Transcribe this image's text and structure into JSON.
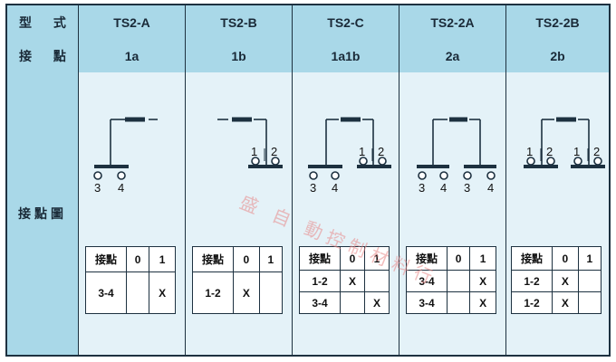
{
  "header": {
    "type_label": "型 式",
    "contact_label": "接 點",
    "diagram_label": "接點圖"
  },
  "models": [
    {
      "name": "TS2-A",
      "contact": "1a"
    },
    {
      "name": "TS2-B",
      "contact": "1b"
    },
    {
      "name": "TS2-C",
      "contact": "1a1b"
    },
    {
      "name": "TS2-2A",
      "contact": "2a"
    },
    {
      "name": "TS2-2B",
      "contact": "2b"
    }
  ],
  "tables": [
    {
      "header": [
        "接點",
        "0",
        "1"
      ],
      "rows": [
        [
          "3-4",
          "",
          "X"
        ]
      ]
    },
    {
      "header": [
        "接點",
        "0",
        "1"
      ],
      "rows": [
        [
          "1-2",
          "X",
          ""
        ]
      ]
    },
    {
      "header": [
        "接點",
        "0",
        "1"
      ],
      "rows": [
        [
          "1-2",
          "X",
          ""
        ],
        [
          "3-4",
          "",
          "X"
        ]
      ]
    },
    {
      "header": [
        "接點",
        "0",
        "1"
      ],
      "rows": [
        [
          "3-4",
          "",
          "X"
        ],
        [
          "3-4",
          "",
          "X"
        ]
      ]
    },
    {
      "header": [
        "接點",
        "0",
        "1"
      ],
      "rows": [
        [
          "1-2",
          "X",
          ""
        ],
        [
          "1-2",
          "X",
          ""
        ]
      ]
    }
  ],
  "diagram_terminals": {
    "a": [
      "3",
      "4"
    ],
    "b": [
      "1",
      "2"
    ]
  },
  "watermark": "盛 自 動控制材料行",
  "colors": {
    "header_bg": "#a9d8e8",
    "cell_bg": "#e4f2f8",
    "line": "#1d3140",
    "watermark": "#e88a8a"
  }
}
